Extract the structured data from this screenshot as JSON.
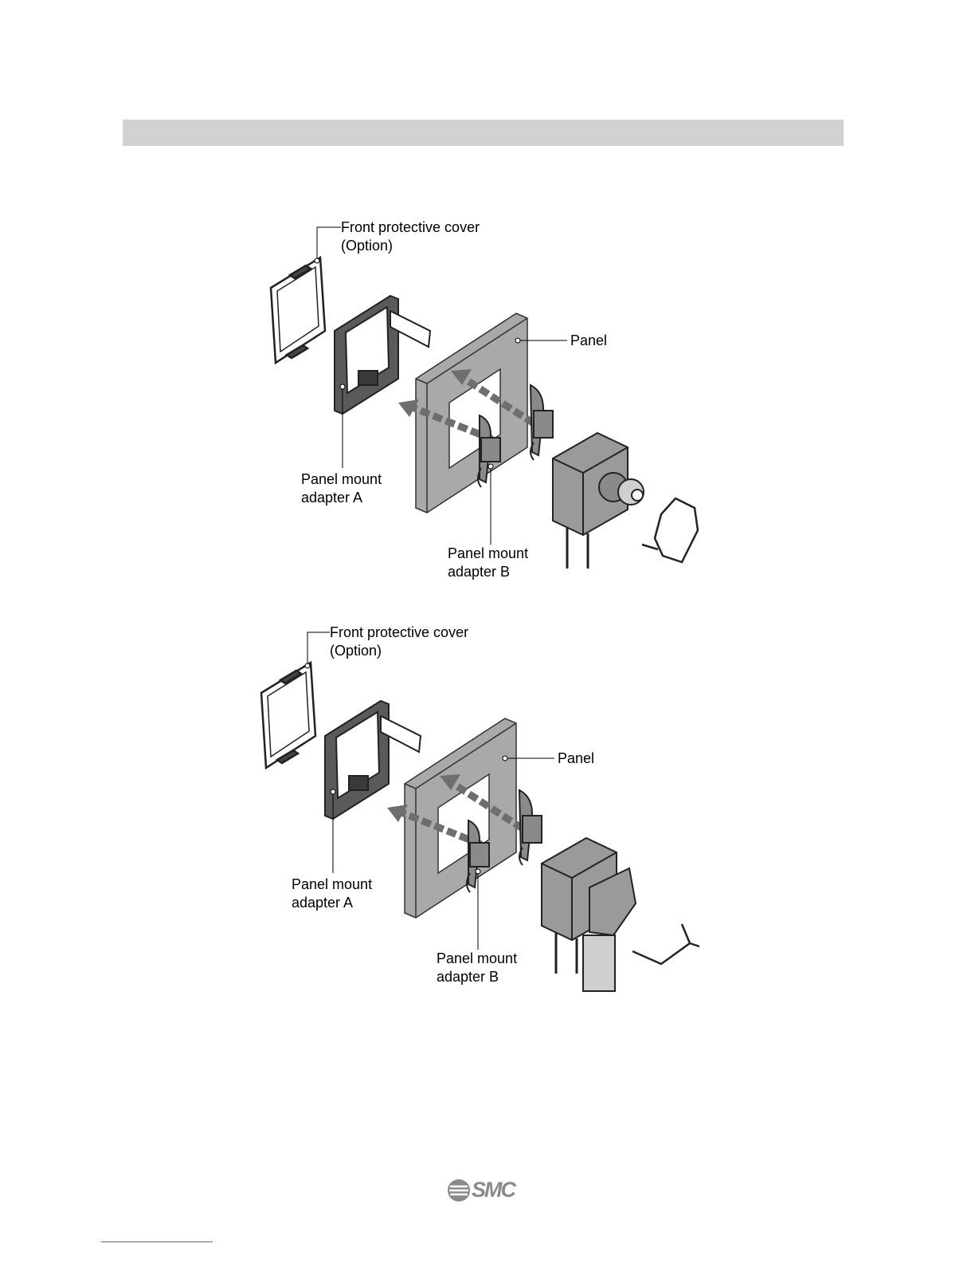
{
  "figures": [
    {
      "labels": {
        "front_cover": "Front protective cover\n(Option)",
        "panel": "Panel",
        "adapter_a": "Panel mount\nadapter A",
        "adapter_b": "Panel mount\nadapter B"
      }
    },
    {
      "labels": {
        "front_cover": "Front protective cover\n(Option)",
        "panel": "Panel",
        "adapter_a": "Panel mount\nadapter A",
        "adapter_b": "Panel mount\nadapter B"
      }
    }
  ],
  "footer": {
    "logo_text": "SMC"
  },
  "colors": {
    "panel": "#a9a9a9",
    "part": "#5a5a5a",
    "arrow": "#6e6e6e",
    "header_bar": "#d2d2d2"
  }
}
